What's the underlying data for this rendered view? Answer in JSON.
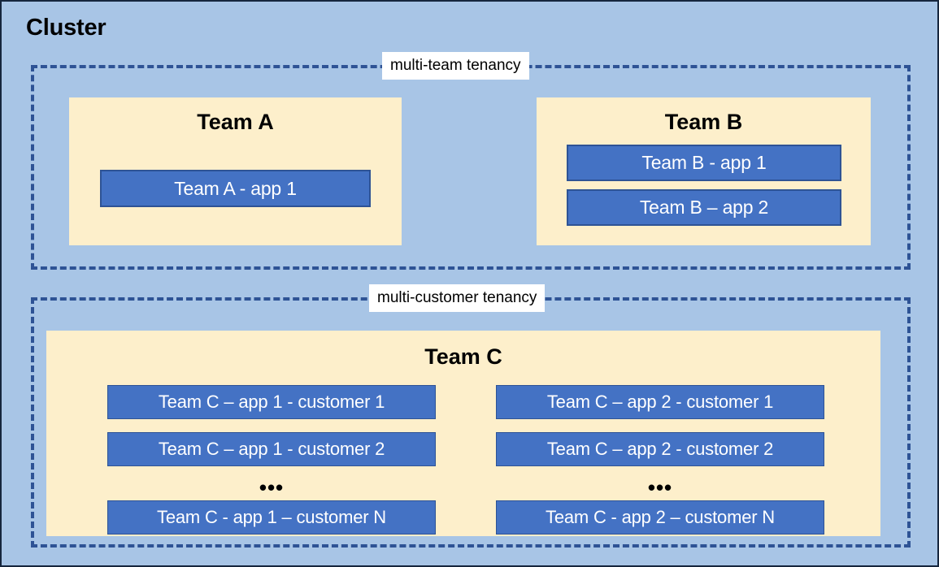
{
  "diagram": {
    "title": "Cluster",
    "background_color": "#a8c5e6",
    "team_panel_color": "#fdefcb",
    "app_box_color": "#4472c4",
    "app_box_border_color": "#2e5395",
    "dashed_border_color": "#2e5395"
  },
  "zones": {
    "multi_team": {
      "label": "multi-team tenancy",
      "teams": [
        {
          "name": "Team A",
          "apps": [
            {
              "label": "Team A - app 1"
            }
          ]
        },
        {
          "name": "Team B",
          "apps": [
            {
              "label": "Team B - app 1"
            },
            {
              "label": "Team B – app 2"
            }
          ]
        }
      ]
    },
    "multi_customer": {
      "label": "multi-customer tenancy",
      "teams": [
        {
          "name": "Team C",
          "columns": [
            {
              "app": "app 1",
              "instances": [
                {
                  "label": "Team C – app 1 - customer 1"
                },
                {
                  "label": "Team C – app 1 - customer 2"
                },
                {
                  "label": "Team C - app 1 – customer N"
                }
              ],
              "ellipsis": "•••"
            },
            {
              "app": "app 2",
              "instances": [
                {
                  "label": "Team C – app 2 - customer 1"
                },
                {
                  "label": "Team C – app 2 - customer 2"
                },
                {
                  "label": "Team C - app 2 – customer N"
                }
              ],
              "ellipsis": "•••"
            }
          ]
        }
      ]
    }
  }
}
